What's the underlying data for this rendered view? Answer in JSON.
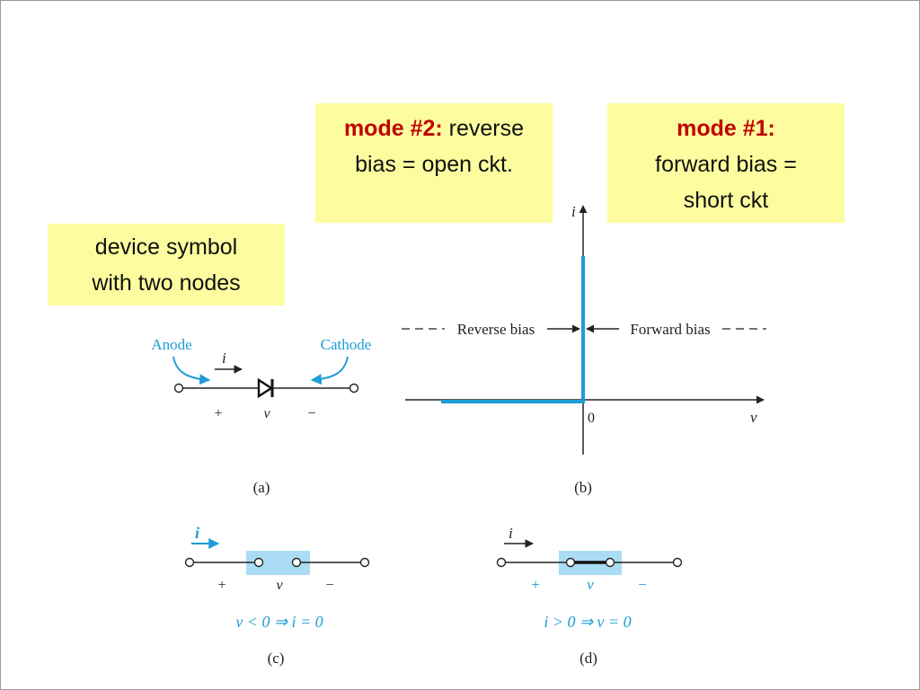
{
  "callouts": {
    "mode2": {
      "bold": "mode #2:",
      "line1_rest": " reverse",
      "line2": "bias = open ckt."
    },
    "mode1": {
      "bold": "mode #1:",
      "line2": "forward bias =",
      "line3": "short ckt"
    },
    "device": {
      "line1": "device symbol",
      "line2": "with two nodes"
    }
  },
  "fig_a": {
    "anode": "Anode",
    "cathode": "Cathode",
    "current": "i",
    "plus": "+",
    "voltage": "v",
    "minus": "−",
    "caption": "(a)"
  },
  "fig_b": {
    "y_axis": "i",
    "x_axis": "v",
    "origin": "0",
    "reverse_bias": "Reverse bias",
    "forward_bias": "Forward bias",
    "caption": "(b)"
  },
  "fig_c": {
    "current": "i",
    "plus": "+",
    "voltage": "v",
    "minus": "−",
    "condition": "v < 0 ⇒ i = 0",
    "caption": "(c)"
  },
  "fig_d": {
    "current": "i",
    "plus": "+",
    "voltage": "v",
    "minus": "−",
    "condition": "i > 0 ⇒ v = 0",
    "caption": "(d)"
  },
  "colors": {
    "callout_bg": "#fdfd9f",
    "accent_red": "#c00000",
    "diagram_blue": "#1e9cd7",
    "highlight": "#aadcf3"
  }
}
